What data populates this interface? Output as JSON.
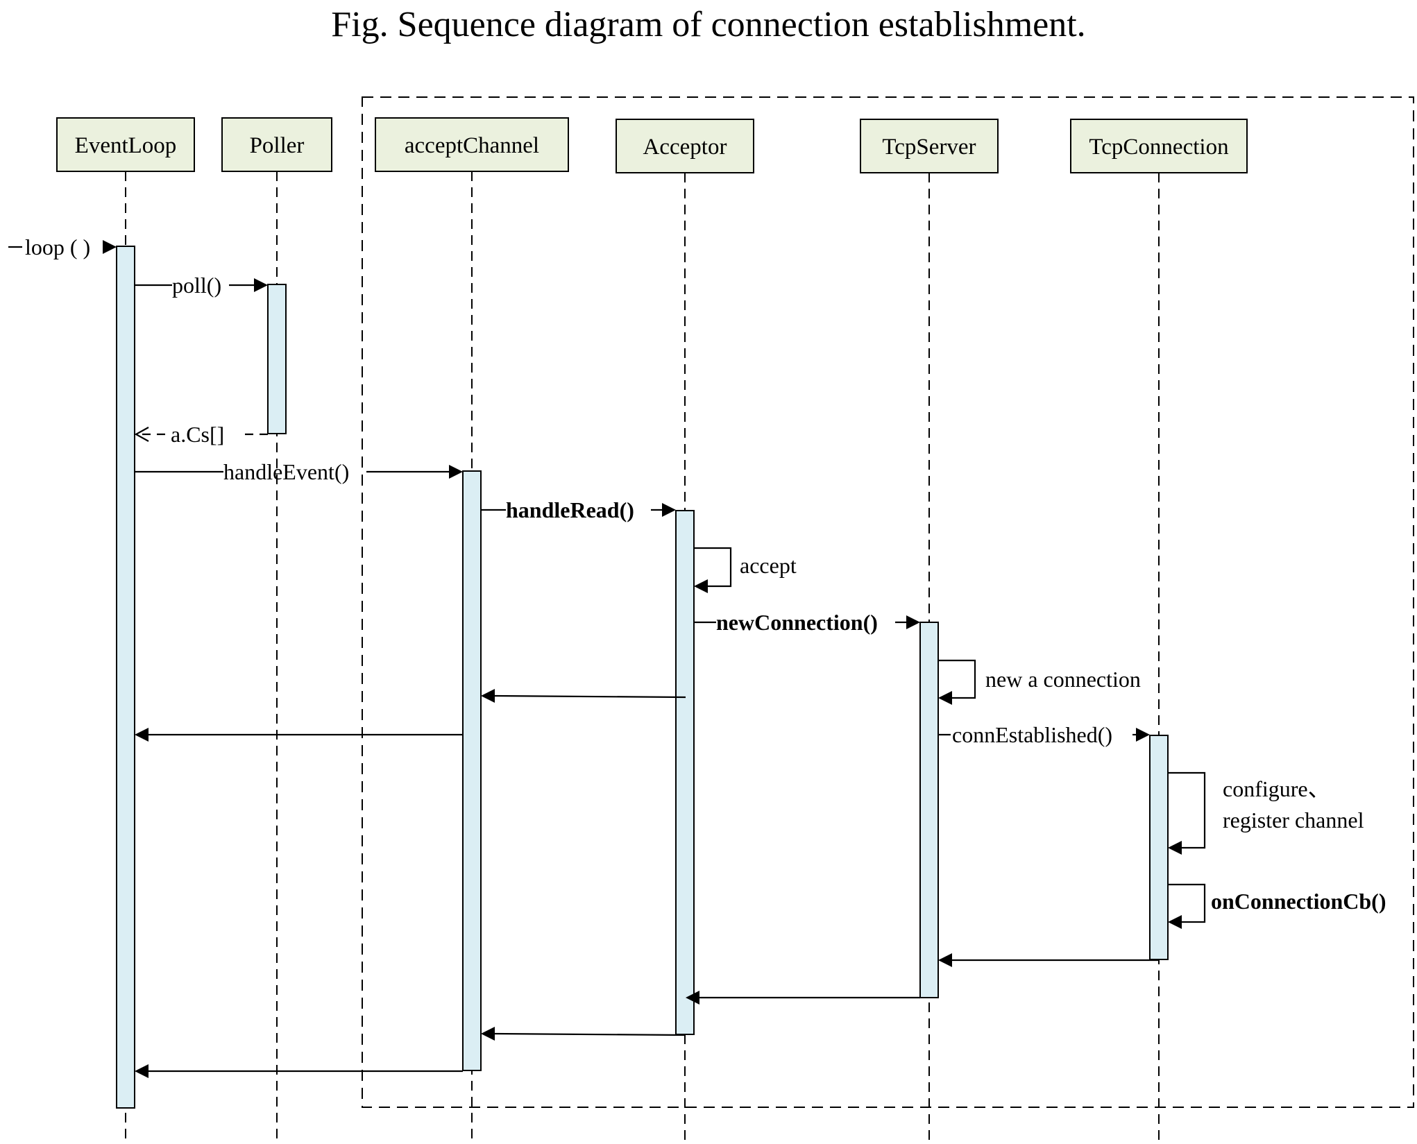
{
  "title": "Fig. Sequence diagram of connection establishment.",
  "participants": [
    "EventLoop",
    "Poller",
    "acceptChannel",
    "Acceptor",
    "TcpServer",
    "TcpConnection"
  ],
  "messages": {
    "loop": "loop ( )",
    "poll": "poll()",
    "active_channels": "a.Cs[]",
    "handle_event": "handleEvent()",
    "handle_read": "handleRead()",
    "accept": "accept",
    "new_connection": "newConnection()",
    "new_a_connection": "new a connection",
    "conn_established": "connEstablished()",
    "configure": "configure、",
    "register_channel": "register channel",
    "on_connection_cb": "onConnectionCb()"
  },
  "colors": {
    "participant_fill": "#ebf1de",
    "activation_fill": "#dbeef4",
    "line": "#000000"
  }
}
